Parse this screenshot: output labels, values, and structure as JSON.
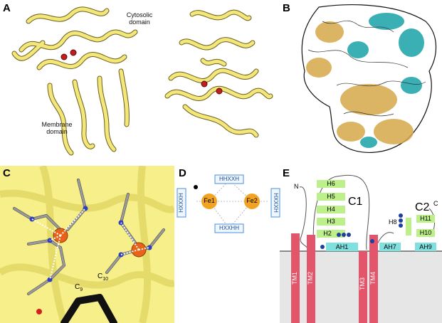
{
  "figure": {
    "panel_a": {
      "label": "A",
      "annotations": {
        "cytosolic": "Cytosolic\ndomain",
        "membrane": "Membrane\ndomain"
      },
      "colors": {
        "ribbon": "#f3e67a",
        "ribbon_edge": "#6b5f1a",
        "iron": "#c0201d"
      }
    },
    "panel_b": {
      "label": "B",
      "colors": {
        "hydrophobic": "#d6a94a",
        "hydrophilic": "#1aa3a8",
        "neutral": "#ffffff"
      }
    },
    "panel_c": {
      "label": "C",
      "atom_labels": {
        "c9": "C",
        "c9_sub": "9",
        "c10": "C",
        "c10_sub": "10"
      },
      "colors": {
        "iron": "#e8621a",
        "nitrogen": "#2f3fbf",
        "oxygen": "#d21f1f",
        "carbon": "#9a9a9a",
        "background": "#f7ef8a"
      }
    },
    "panel_d": {
      "label": "D",
      "iron_labels": {
        "fe1": "Fe1",
        "fe2": "Fe2"
      },
      "motifs": {
        "top": "HHXXH",
        "bottom": "HXXHH",
        "left": "HXXXH",
        "right": "HXXXH"
      },
      "colors": {
        "iron": "#f2a321",
        "box_edge": "#4d8fd6",
        "box_fill": "#eef6ff"
      }
    },
    "panel_e": {
      "label": "E",
      "n_term": "N",
      "c_term": "C",
      "domain_c1": "C1",
      "domain_c2": "C2",
      "helices_c1": [
        "H6",
        "H5",
        "H4",
        "H3",
        "H2"
      ],
      "helices_c2": [
        "H11",
        "H10"
      ],
      "h8": "H8",
      "amphipathic": [
        "AH1",
        "AH7",
        "AH9"
      ],
      "transmembrane": [
        "TM1",
        "TM2",
        "TM3",
        "TM4"
      ],
      "colors": {
        "helix": "#bdf08a",
        "amphipathic": "#7fe0e0",
        "tm": "#e3556b",
        "membrane": "#e6e6e6",
        "dot": "#1f3fa0"
      }
    }
  }
}
